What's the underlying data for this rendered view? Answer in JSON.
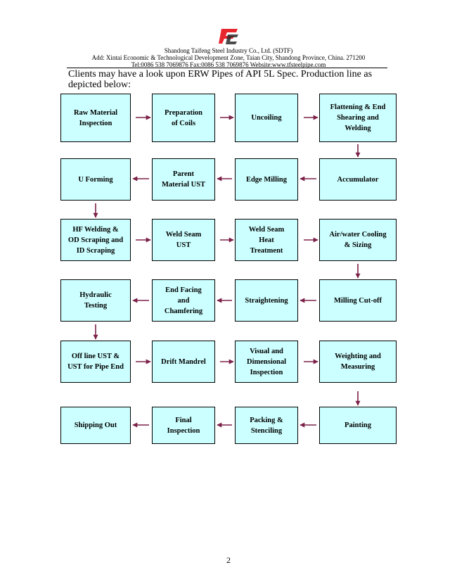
{
  "header": {
    "company": "Shandong Taifeng Steel Industry Co., Ltd. (SDTF)",
    "address": "Add: Xintai Economic & Technological Development Zone, Taian City, Shandong Province, China. 271200",
    "contact": "Tel:0086 538 7069876    Fax:0086 538 7069876    Website:www.tfsteelpipe.com"
  },
  "intro": "Clients may have a look upon ERW Pipes of API 5L Spec. Production line as depicted below:",
  "steps": {
    "s1": "Raw Material\nInspection",
    "s2": "Preparation\nof Coils",
    "s3": "Uncoiling",
    "s4": "Flattening & End\nShearing and\nWelding",
    "s5": "Accumulator",
    "s6": "Edge Milling",
    "s7": "Parent\nMaterial UST",
    "s8": "U Forming",
    "s9": "HF Welding &\nOD Scraping and\nID Scraping",
    "s10": "Weld Seam\nUST",
    "s11": "Weld Seam\nHeat\nTreatment",
    "s12": "Air/water Cooling\n& Sizing",
    "s13": "Milling Cut-off",
    "s14": "Straightening",
    "s15": "End Facing\nand\nChamfering",
    "s16": "Hydraulic\nTesting",
    "s17": "Off line UST &\nUST for Pipe End",
    "s18": "Drift Mandrel",
    "s19": "Visual and\nDimensional\nInspection",
    "s20": "Weighting and\nMeasuring",
    "s21": "Painting",
    "s22": "Packing &\nStenciling",
    "s23": "Final\nInspection",
    "s24": "Shipping Out"
  },
  "page_number": "2",
  "colors": {
    "box_fill": "#ccffff",
    "arrow": "#7b2048",
    "logo_red": "#e8262d",
    "logo_dark": "#2b2b2b"
  }
}
